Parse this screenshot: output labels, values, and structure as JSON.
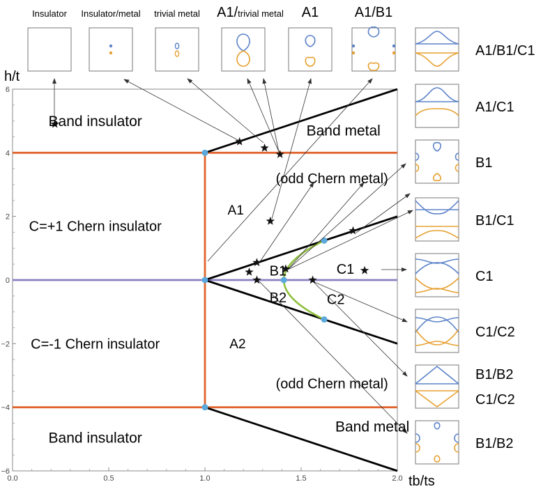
{
  "chart_data": {
    "type": "line",
    "xlabel": "tb/ts",
    "ylabel": "h/t",
    "xlim": [
      0,
      2
    ],
    "ylim": [
      -6,
      6
    ],
    "x_ticks": [
      "0.0",
      "0.5",
      "1.0",
      "1.5",
      "2.0"
    ],
    "y_ticks": [
      "−6",
      "−4",
      "−2",
      "0",
      "2",
      "4",
      "6"
    ],
    "colors": {
      "orange": "#e0642e",
      "purple": "#8a7fc0",
      "green": "#8fbf3a",
      "black": "#000000",
      "dot": "#5aa9dc",
      "band_blue": "#5b82c8",
      "band_orange": "#e6a030",
      "annotation_purple": "#8a3aa0"
    },
    "lines": [
      {
        "points": [
          [
            0,
            4
          ],
          [
            2,
            4
          ]
        ],
        "color": "orange"
      },
      {
        "points": [
          [
            0,
            -4
          ],
          [
            2,
            -4
          ]
        ],
        "color": "orange"
      },
      {
        "points": [
          [
            1,
            -4
          ],
          [
            1,
            4
          ]
        ],
        "color": "orange"
      },
      {
        "points": [
          [
            0,
            0
          ],
          [
            2,
            0
          ]
        ],
        "color": "purple"
      },
      {
        "points": [
          [
            1,
            4
          ],
          [
            2,
            6
          ]
        ],
        "color": "black"
      },
      {
        "points": [
          [
            1,
            -4
          ],
          [
            2,
            -6
          ]
        ],
        "color": "black"
      },
      {
        "points": [
          [
            1,
            0
          ],
          [
            2,
            2
          ]
        ],
        "color": "black"
      },
      {
        "points": [
          [
            1,
            0
          ],
          [
            2,
            -2
          ]
        ],
        "color": "black"
      }
    ],
    "curve": {
      "points": [
        [
          1.62,
          1.24
        ],
        [
          1.41,
          0
        ],
        [
          1.62,
          -1.24
        ]
      ],
      "color": "green"
    },
    "dots": [
      [
        1,
        4
      ],
      [
        1,
        0
      ],
      [
        1,
        -4
      ],
      [
        1.62,
        1.24
      ],
      [
        1.41,
        0
      ],
      [
        1.62,
        -1.24
      ]
    ],
    "stars": [
      [
        0.22,
        4.9
      ],
      [
        1.18,
        4.35
      ],
      [
        1.31,
        4.15
      ],
      [
        1.39,
        3.95
      ],
      [
        1.34,
        1.85
      ],
      [
        1.27,
        0.55
      ],
      [
        1.23,
        0.25
      ],
      [
        1.42,
        0.35
      ],
      [
        1.27,
        0
      ],
      [
        1.56,
        0
      ],
      [
        1.77,
        1.55
      ],
      [
        1.83,
        0.3
      ]
    ],
    "region_labels": [
      {
        "text": "Band insulator",
        "x": 0.43,
        "y": 5.0,
        "size": 21
      },
      {
        "text": "Band metal",
        "x": 1.72,
        "y": 4.7,
        "size": 21
      },
      {
        "text": "(odd Chern metal)",
        "x": 1.66,
        "y": 3.2,
        "size": 20,
        "color": "annotation_purple"
      },
      {
        "text": "A1",
        "x": 1.16,
        "y": 2.2,
        "size": 19
      },
      {
        "text": "C=+1 Chern insulator",
        "x": 0.43,
        "y": 1.7,
        "size": 20
      },
      {
        "text": "B1",
        "x": 1.38,
        "y": 0.3,
        "size": 20
      },
      {
        "text": "C1",
        "x": 1.73,
        "y": 0.35,
        "size": 20
      },
      {
        "text": "B2",
        "x": 1.38,
        "y": -0.55,
        "size": 20
      },
      {
        "text": "C2",
        "x": 1.68,
        "y": -0.6,
        "size": 20
      },
      {
        "text": "C=-1 Chern insulator",
        "x": 0.43,
        "y": -2.0,
        "size": 20
      },
      {
        "text": "A2",
        "x": 1.17,
        "y": -2.0,
        "size": 19
      },
      {
        "text": "(odd Chern metal)",
        "x": 1.66,
        "y": -3.25,
        "size": 20,
        "color": "annotation_purple"
      },
      {
        "text": "Band metal",
        "x": 1.87,
        "y": -4.6,
        "size": 21
      },
      {
        "text": "Band insulator",
        "x": 0.43,
        "y": -4.95,
        "size": 21
      }
    ],
    "top_panels": [
      {
        "label": "Insulator",
        "shape": "none"
      },
      {
        "label": "Insulator/metal",
        "shape": "dots"
      },
      {
        "label": "trivial metal",
        "shape": "small-pockets"
      },
      {
        "label": "A1/",
        "label_small": "trivial metal",
        "shape": "figure8"
      },
      {
        "label": "A1",
        "shape": "pockets"
      },
      {
        "label": "A1/B1",
        "shape": "A1B1"
      }
    ],
    "side_panels": [
      {
        "label": "A1/B1/C1",
        "shape": "bands-A1B1C1"
      },
      {
        "label": "A1/C1",
        "shape": "bands-A1C1"
      },
      {
        "label": "B1",
        "shape": "fs-B1"
      },
      {
        "label": "B1/C1",
        "shape": "bands-B1C1"
      },
      {
        "label": "C1",
        "shape": "bands-C1"
      },
      {
        "label": "C1/C2",
        "shape": "bands-C1C2"
      },
      {
        "label": "B1/B2",
        "label2": "C1/C2",
        "shape": "bands-X"
      },
      {
        "label": "B1/B2",
        "shape": "fs-B1B2"
      }
    ]
  }
}
